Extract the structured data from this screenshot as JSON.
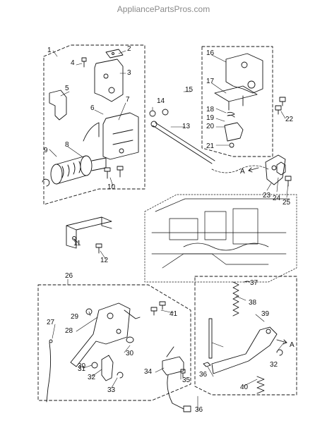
{
  "watermark": "AppliancePartsPros.com",
  "parts": [
    "1",
    "2",
    "3",
    "4",
    "5",
    "6",
    "7",
    "8",
    "9",
    "10",
    "11",
    "12",
    "13",
    "14",
    "15",
    "16",
    "17",
    "18",
    "19",
    "20",
    "21",
    "22",
    "23",
    "24",
    "25",
    "26",
    "27",
    "28",
    "29",
    "30",
    "31",
    "32",
    "33",
    "34",
    "35",
    "36",
    "37",
    "38",
    "39",
    "40",
    "41"
  ],
  "arrow_marker": "A",
  "colors": {
    "ink": "#111111",
    "watermark": "#8a8a8a",
    "background": "#ffffff"
  }
}
